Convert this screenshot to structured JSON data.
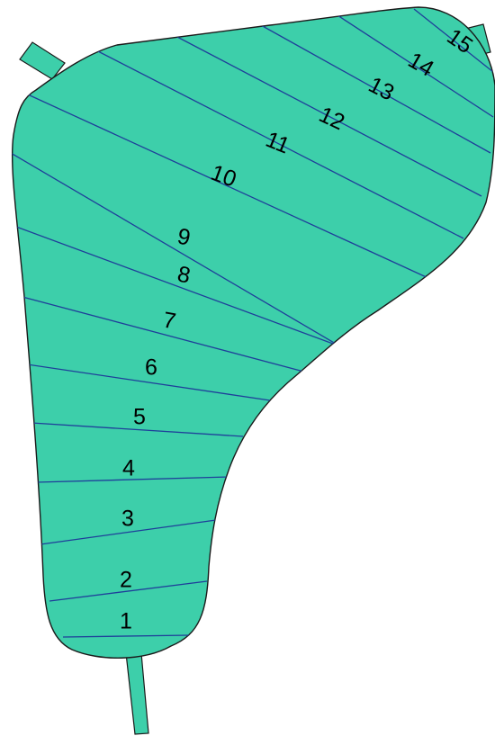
{
  "colors": {
    "fill": "#3dcfaa",
    "outline": "#1a1a1a",
    "zone_line": "#1f3f9a",
    "label_text": "#000000"
  },
  "zones": [
    {
      "label": "1"
    },
    {
      "label": "2"
    },
    {
      "label": "3"
    },
    {
      "label": "4"
    },
    {
      "label": "5"
    },
    {
      "label": "6"
    },
    {
      "label": "7"
    },
    {
      "label": "8"
    },
    {
      "label": "9"
    },
    {
      "label": "10"
    },
    {
      "label": "11"
    },
    {
      "label": "12"
    },
    {
      "label": "13"
    },
    {
      "label": "14"
    },
    {
      "label": "15"
    }
  ]
}
